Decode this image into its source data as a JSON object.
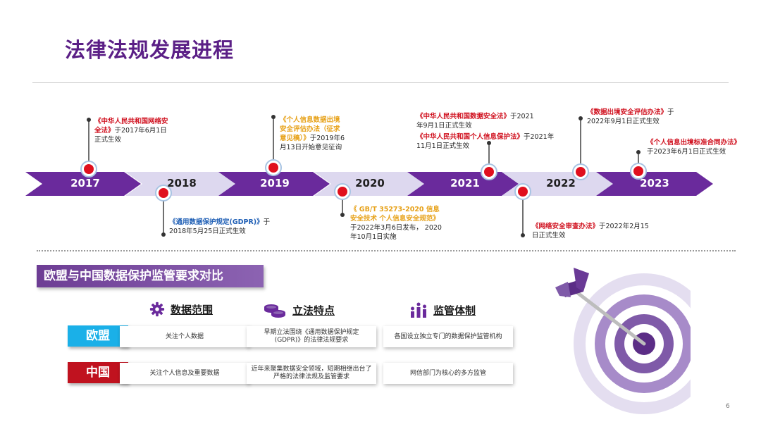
{
  "slide": {
    "title": "法律法规发展进程",
    "page_number": "6"
  },
  "timeline": {
    "years": [
      "2017",
      "2018",
      "2019",
      "2020",
      "2021",
      "2022",
      "2023"
    ],
    "events": [
      {
        "title": "《中华人民共和国网络安全法》",
        "text": "于2017年6月1日正式生效"
      },
      {
        "title": "《通用数据保护规定(GDPR)》",
        "text": "于2018年5月25日正式生效"
      },
      {
        "title": "《个人信息数据出境安全评估办法（征求意见稿）》",
        "text": "于2019年6月13日开始意见征询"
      },
      {
        "title": "《 GB/T 35273-2020 信息安全技术 个人信息安全规范》",
        "text": "于2022年3月6日发布， 2020年10月1日实施"
      },
      {
        "title": "《中华人民共和国数据安全法》",
        "text": "于2021年9月1日正式生效"
      },
      {
        "title": "《中华人民共和国个人信息保护法》",
        "text": "于2021年11月1日正式生效"
      },
      {
        "title": "《网络安全审查办法》",
        "text": "于2022年2月15日正式生效"
      },
      {
        "title": "《数据出境安全评估办法》",
        "text": "于2022年9月1日正式生效"
      },
      {
        "title": "《个人信息出境标准合同办法》",
        "text": "于2023年6月1日正式生效"
      }
    ]
  },
  "comparison": {
    "title": "欧盟与中国数据保护监管要求对比",
    "columns": [
      {
        "label": "数据范围",
        "icon": "gear-icon"
      },
      {
        "label": "立法特点",
        "icon": "coins-icon"
      },
      {
        "label": "监管体制",
        "icon": "people-chart-icon"
      }
    ],
    "rows": [
      {
        "label": "欧盟",
        "color": "#1ab0e8",
        "cells": [
          "关注个人数据",
          "早期立法围绕《通用数据保护规定(GDPR)》的法律法规要求",
          "各国设立独立专门的数据保护监管机构"
        ]
      },
      {
        "label": "中国",
        "color": "#c0121f",
        "cells": [
          "关注个人信息及重要数据",
          "近年来聚集数据安全领域，短期相继出台了严格的法律法规及监管要求",
          "网信部门为核心的多方监管"
        ]
      }
    ]
  },
  "colors": {
    "title": "#5b1f86",
    "arrow_dark": "#6a2a9c",
    "arrow_light": "#ddd8ef",
    "marker": "#e0101e",
    "event_red": "#d0101e",
    "event_blue": "#1f5fb5",
    "event_gold": "#e7a21a",
    "target_purple": "#5b2d86"
  }
}
